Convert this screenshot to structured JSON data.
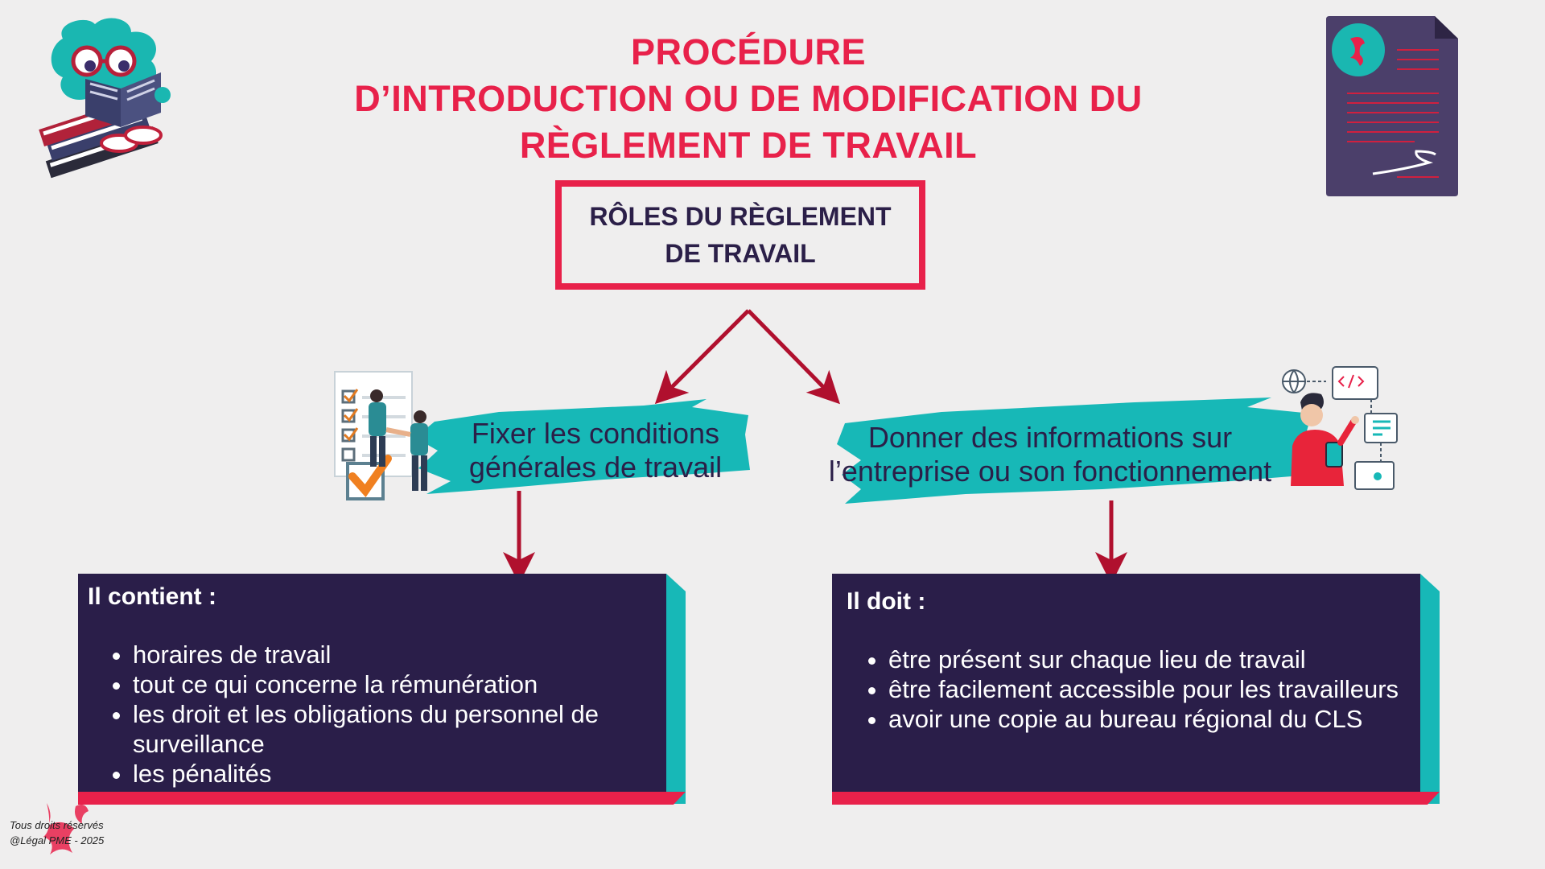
{
  "title": {
    "line1": "PROCÉDURE",
    "line2": "D’INTRODUCTION OU DE MODIFICATION DU",
    "line3": "RÈGLEMENT DE TRAVAIL"
  },
  "roles_box": {
    "line1": "RÔLES DU RÈGLEMENT",
    "line2": "DE TRAVAIL"
  },
  "left_branch": {
    "banner_line1": "Fixer les conditions",
    "banner_line2": "générales de travail",
    "panel_heading": "Il contient :",
    "items": [
      "horaires de travail",
      "tout ce qui concerne la rémunération",
      "les droit et les obligations du personnel de surveillance",
      "les pénalités"
    ]
  },
  "right_branch": {
    "banner_line1": "Donner des informations sur",
    "banner_line2": "l’entreprise ou son fonctionnement",
    "panel_heading": "Il doit :",
    "items": [
      "être présent sur chaque lieu de travail",
      "être facilement accessible pour les travailleurs",
      "avoir une copie au bureau régional du CLS"
    ]
  },
  "footer": {
    "line1": "Tous droits réservés",
    "line2": "@Légal PME - 2025"
  },
  "colors": {
    "accent_red": "#e8214a",
    "navy": "#2a1e49",
    "teal": "#17b8b7",
    "arrow": "#b0102e",
    "background": "#efeeee"
  },
  "icons": [
    "brain-reading-book-icon",
    "document-contract-icon",
    "checklist-handshake-icon",
    "developer-ideas-icon",
    "brand-logo-icon"
  ]
}
